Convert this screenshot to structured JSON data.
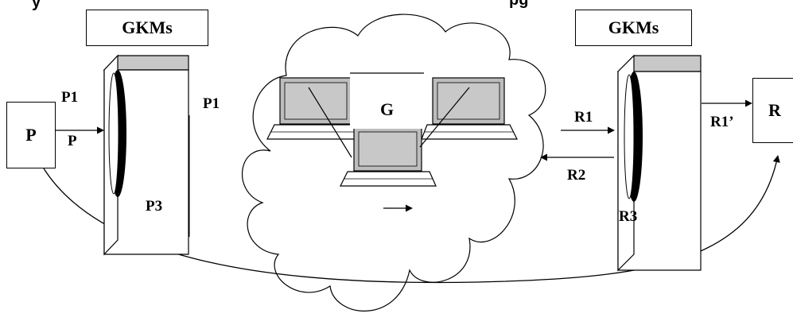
{
  "header": {
    "title_fragment_left": "y",
    "title_fragment_right": "pg"
  },
  "left_gkms": {
    "label": "GKMs"
  },
  "right_gkms": {
    "label": "GKMs"
  },
  "sender": {
    "label": "P"
  },
  "receiver": {
    "label": "R"
  },
  "group": {
    "label": "G"
  },
  "left_labels": {
    "p1_input": "P1",
    "p_input": "P",
    "p1_output": "P1",
    "p3": "P3"
  },
  "right_labels": {
    "r1": "R1",
    "r1_prime": "R1’",
    "r2": "R2",
    "r3": "R3"
  },
  "colors": {
    "stroke": "#000000",
    "device_side": "#c0c0c0",
    "screen": "#bdbdbd",
    "disc": "#000000"
  }
}
